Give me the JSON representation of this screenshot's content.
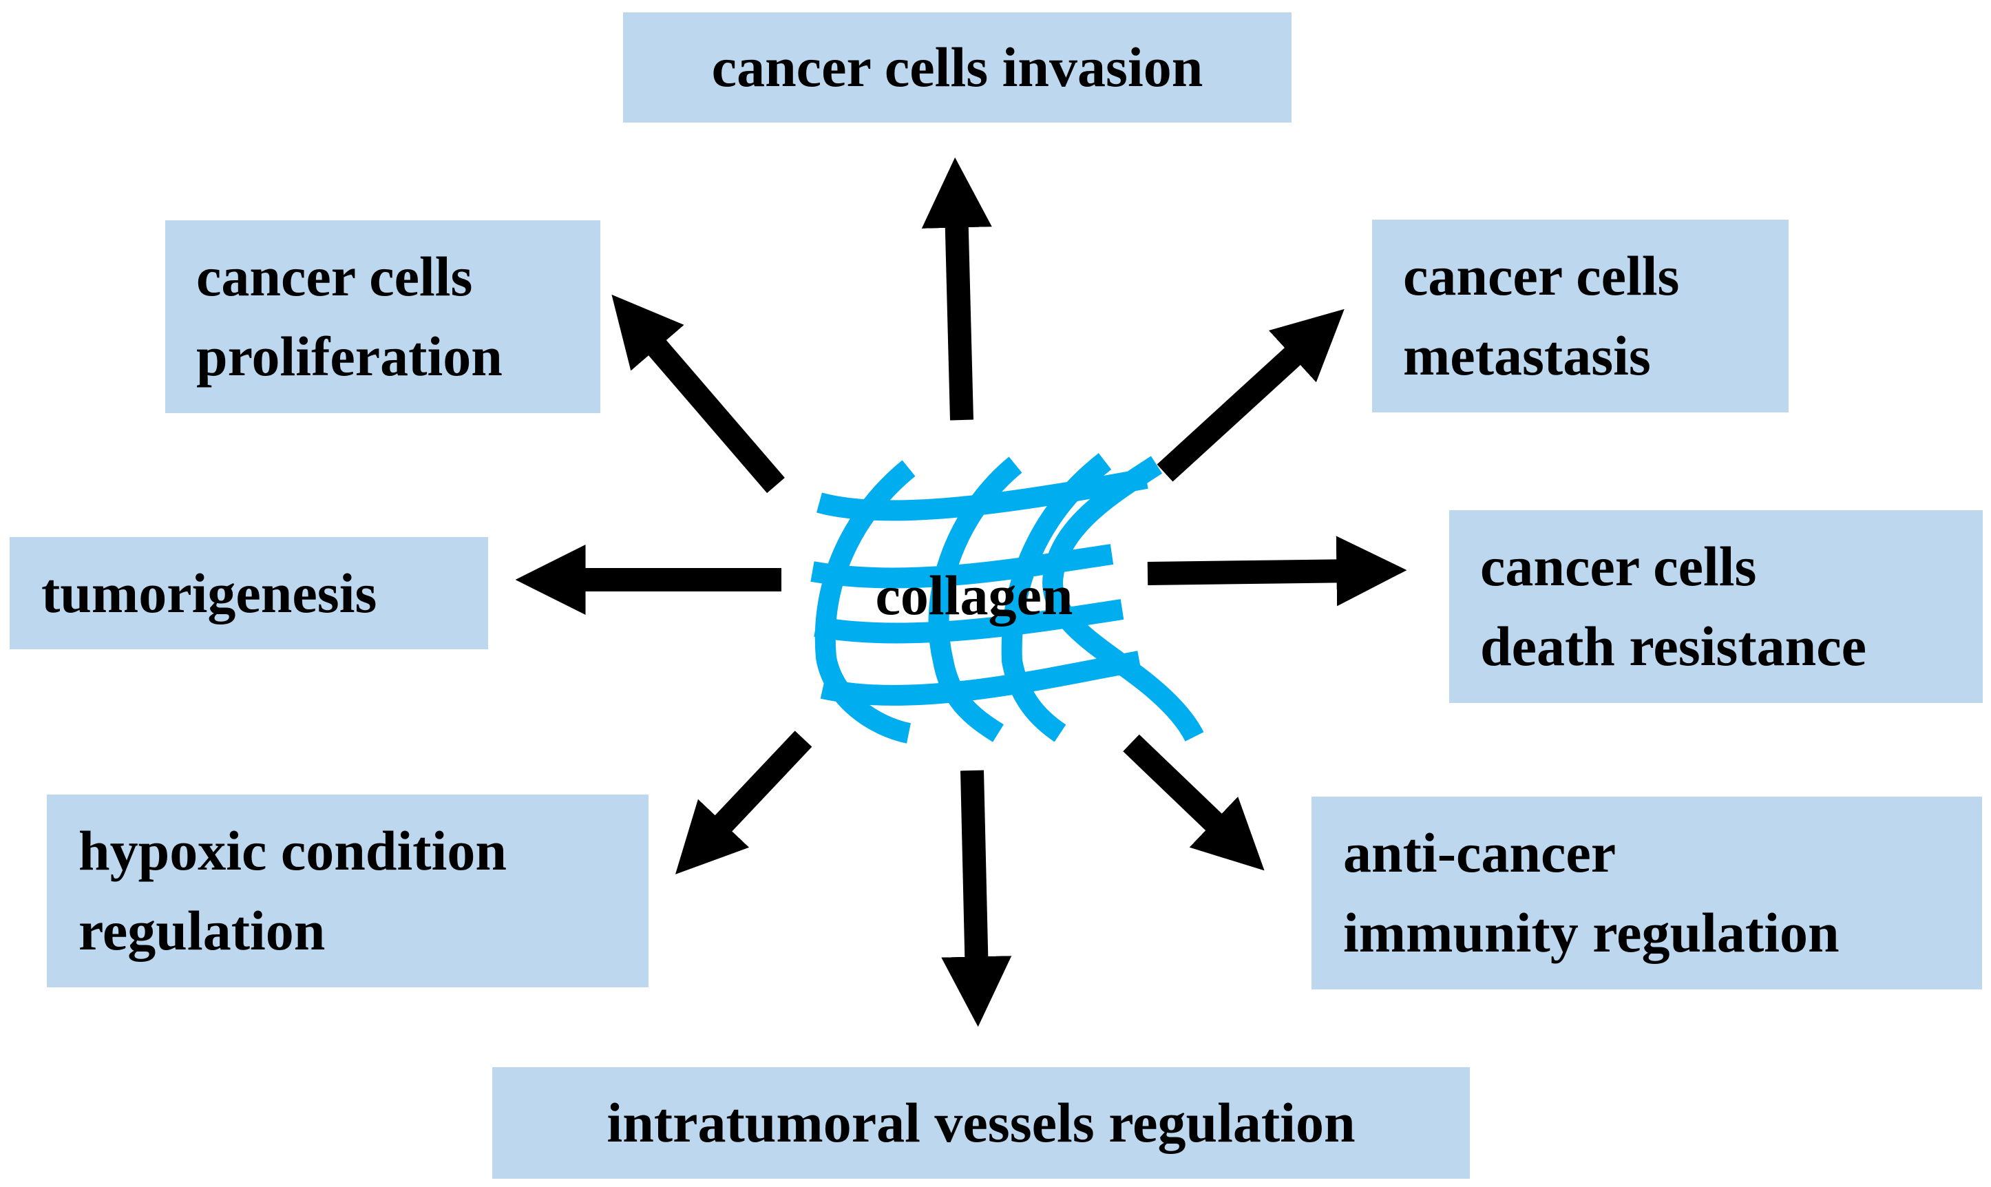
{
  "center": {
    "label": "collagen",
    "fiber_color": "#00aeef"
  },
  "box_color": "#bdd7ee",
  "arrow_color": "#000000",
  "outcomes": {
    "invasion": {
      "lines": [
        "cancer cells invasion"
      ]
    },
    "proliferation": {
      "lines": [
        "cancer cells",
        "proliferation"
      ]
    },
    "metastasis": {
      "lines": [
        "cancer cells",
        "metastasis"
      ]
    },
    "tumorigenesis": {
      "lines": [
        "tumorigenesis"
      ]
    },
    "death_resistance": {
      "lines": [
        "cancer cells",
        "death resistance"
      ]
    },
    "hypoxic": {
      "lines": [
        "hypoxic condition",
        "regulation"
      ]
    },
    "immunity": {
      "lines": [
        "anti-cancer",
        "immunity regulation"
      ]
    },
    "vessels": {
      "lines": [
        "intratumoral vessels regulation"
      ]
    }
  }
}
